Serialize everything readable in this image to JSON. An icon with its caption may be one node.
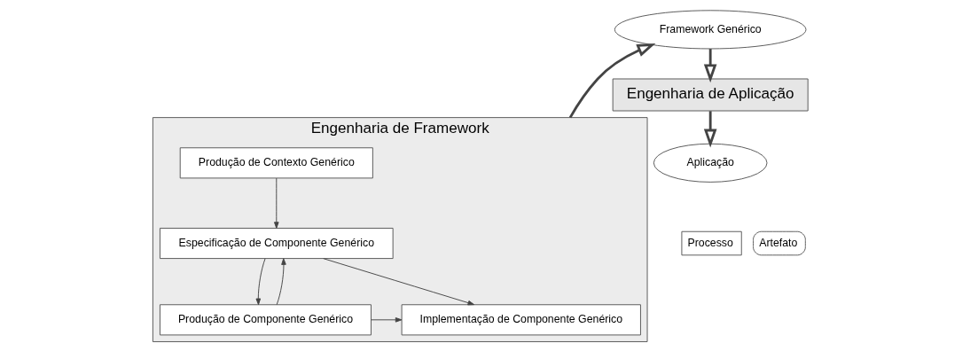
{
  "diagram": {
    "nodes": [
      {
        "text": [
          "Engenharia de Framework"
        ]
      },
      {
        "text": [
          "Produção de Contexto Genérico"
        ],
        "in": 0
      },
      {
        "text": [
          "Especificação de Componente Genérico"
        ],
        "in": 0
      },
      {
        "text": [
          "Produção de Componente Genérico"
        ],
        "in": 0
      },
      {
        "text": [
          "Implementação de Componente Genérico"
        ],
        "in": 0
      },
      {
        "text": [
          "Framework Genérico"
        ]
      },
      {
        "text": [
          "Engenharia de Aplicação"
        ]
      },
      {
        "text": [
          "Aplicação"
        ]
      }
    ],
    "edges": [
      {
        "from": 1,
        "to": 2,
        "arrow": "to"
      },
      {
        "from": 2,
        "to": 3,
        "arrow": "to"
      },
      {
        "from": 3,
        "to": 2,
        "arrow": "to"
      },
      {
        "from": 2,
        "to": 4,
        "arrow": "to"
      },
      {
        "from": 3,
        "to": 4,
        "arrow": "to"
      },
      {
        "from": 0,
        "to": 5,
        "arrow": "to",
        "style": "thick"
      },
      {
        "from": 5,
        "to": 6,
        "arrow": "to",
        "style": "thick"
      },
      {
        "from": 6,
        "to": 7,
        "arrow": "to",
        "style": "thick"
      }
    ],
    "legend": [
      {
        "text": "Processo"
      },
      {
        "text": "Artefato"
      }
    ]
  }
}
